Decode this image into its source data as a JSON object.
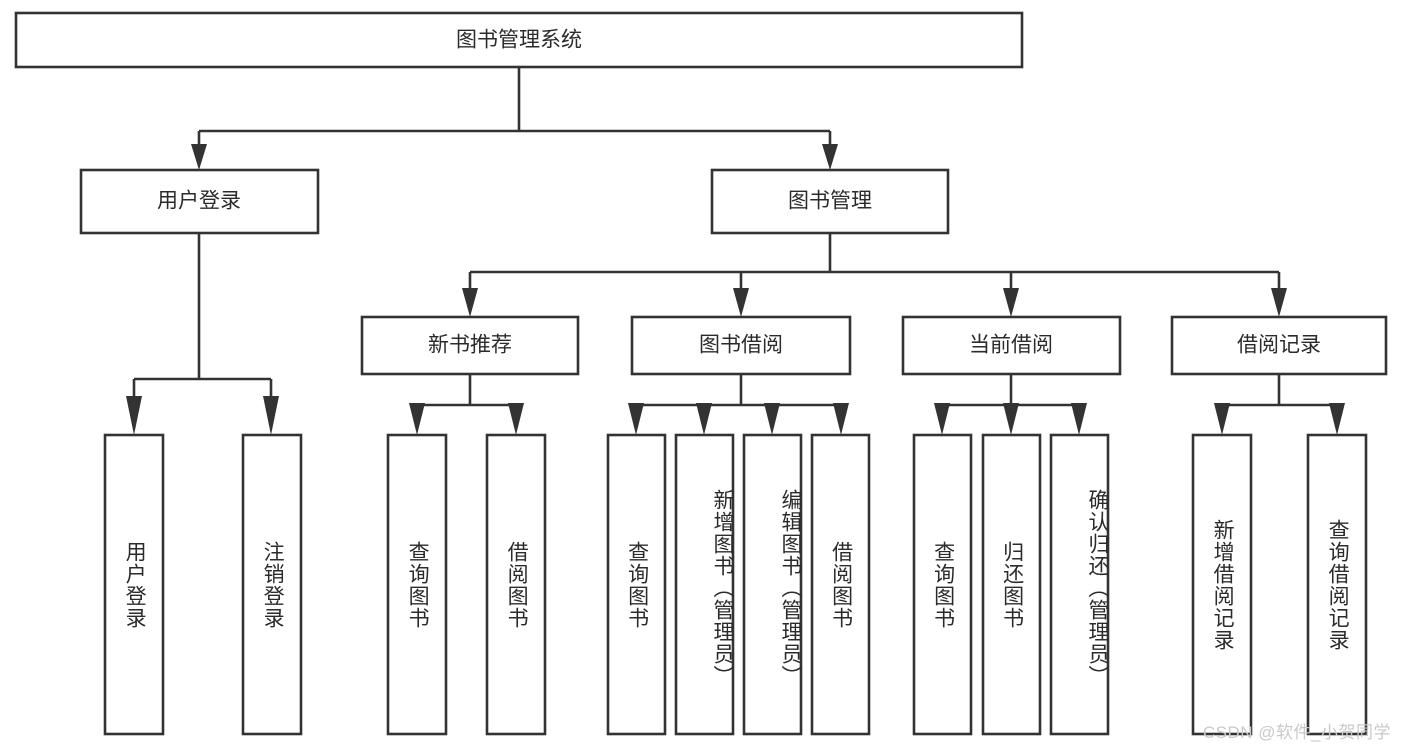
{
  "diagram": {
    "type": "tree",
    "title": "图书管理系统",
    "orientation": "top-down",
    "colors": {
      "box_stroke": "#333333",
      "box_fill": "#ffffff",
      "text": "#2b2b2b",
      "background": "#ffffff",
      "watermark": "#c9c9c9"
    },
    "root": {
      "label": "图书管理系统"
    },
    "level2": [
      {
        "label": "用户登录"
      },
      {
        "label": "图书管理"
      }
    ],
    "level3": [
      {
        "label": "新书推荐"
      },
      {
        "label": "图书借阅"
      },
      {
        "label": "当前借阅"
      },
      {
        "label": "借阅记录"
      }
    ],
    "leaves": {
      "user_login": [
        {
          "label": "用户登录"
        },
        {
          "label": "注销登录"
        }
      ],
      "new_book_recommend": [
        {
          "label": "查询图书"
        },
        {
          "label": "借阅图书"
        }
      ],
      "book_borrow": [
        {
          "label": "查询图书"
        },
        {
          "label": "新增图书（管理员）"
        },
        {
          "label": "编辑图书（管理员）"
        },
        {
          "label": "借阅图书"
        }
      ],
      "current_borrow": [
        {
          "label": "查询图书"
        },
        {
          "label": "归还图书"
        },
        {
          "label": "确认归还（管理员）"
        }
      ],
      "borrow_records": [
        {
          "label": "新增借阅记录"
        },
        {
          "label": "查询借阅记录"
        }
      ]
    }
  },
  "watermark": {
    "text": "CSDN @软件_小贺同学"
  }
}
